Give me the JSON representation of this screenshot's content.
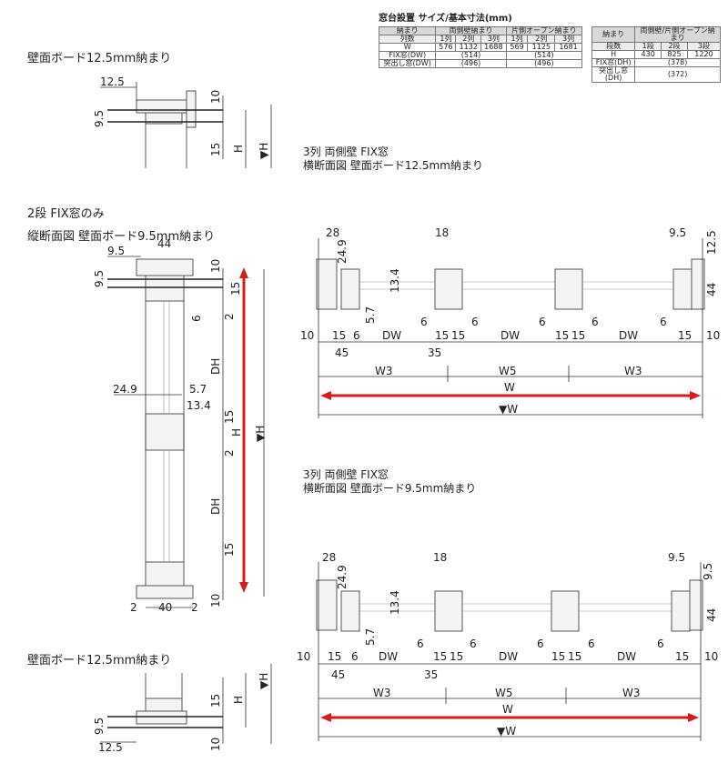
{
  "spec": {
    "title": "窓台設置 サイズ/基本寸法(mm)",
    "left_table": {
      "header1": [
        "納まり",
        "両側壁納まり",
        "片側オープン納まり"
      ],
      "header2": [
        "列数",
        "1列",
        "2列",
        "3列",
        "1列",
        "2列",
        "3列"
      ],
      "rows": [
        {
          "label": "W",
          "cells": [
            "576",
            "1132",
            "1688",
            "569",
            "1125",
            "1681"
          ]
        },
        {
          "label": "FIX窓(DW)",
          "cells": [
            "(514)",
            "(514)"
          ]
        },
        {
          "label": "突出し窓(DW)",
          "cells": [
            "(496)",
            "(496)"
          ]
        }
      ]
    },
    "right_table": {
      "header1": [
        "納まり",
        "両側壁/片側オープン納まり"
      ],
      "header2": [
        "段数",
        "1段",
        "2段",
        "3段"
      ],
      "rows": [
        {
          "label": "H",
          "cells": [
            "430",
            "825",
            "1220"
          ]
        },
        {
          "label": "FIX窓(DH)",
          "cells": [
            "(378)"
          ]
        },
        {
          "label": "突出し窓(DH)",
          "cells": [
            "(372)"
          ]
        }
      ]
    }
  },
  "labels": {
    "board_125_top": "壁面ボード12.5mm納まり",
    "section_2dan": "2段 FIX窓のみ",
    "vertical_95": "縦断面図 壁面ボード9.5mm納まり",
    "board_125_bottom": "壁面ボード12.5mm納まり",
    "plan_125_line1": "3列 両側壁 FIX窓",
    "plan_125_line2": "横断面図 壁面ボード12.5mm納まり",
    "plan_95_line1": "3列 両側壁 FIX窓",
    "plan_95_line2": "横断面図 壁面ボード9.5mm納まり"
  },
  "dims": {
    "d125": "12.5",
    "d95": "9.5",
    "d10": "10",
    "d15": "15",
    "d44": "44",
    "d28": "28",
    "d18": "18",
    "d249": "24.9",
    "d134": "13.4",
    "d57": "5.7",
    "d6": "6",
    "d2": "2",
    "d40": "40",
    "d45": "45",
    "d35": "35",
    "DH": "DH",
    "DW": "DW",
    "H": "H",
    "vH": "▼H",
    "W": "W",
    "vW": "▼W",
    "W3": "W3",
    "W5": "W5"
  },
  "colors": {
    "red_dimension": "#d61c1c",
    "line": "#333333"
  }
}
